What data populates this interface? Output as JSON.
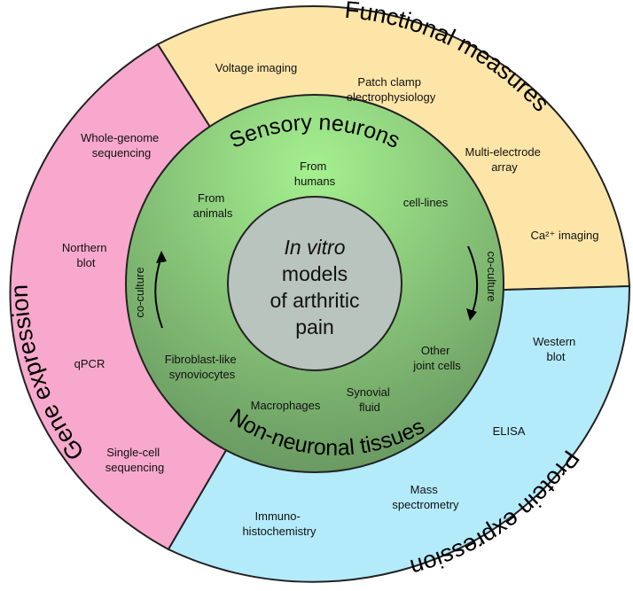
{
  "colors": {
    "gene_expression": "#f7a8cc",
    "functional_measures": "#fde5a8",
    "protein_expression": "#b3ebfb",
    "middle_top": "#a5f08f",
    "middle_bottom": "#6a9a62",
    "center": "#b8c4bd",
    "stroke": "#222222"
  },
  "center": {
    "line1": "In vitro",
    "line2": "models",
    "line3": "of arthritic",
    "line4": "pain"
  },
  "middle": {
    "top_title": "Sensory neurons",
    "bottom_title": "Non-neuronal tissues",
    "coculture_left": "co-culture",
    "coculture_right": "co-culture",
    "from_humans": [
      "From",
      "humans"
    ],
    "from_animals": [
      "From",
      "animals"
    ],
    "cell_lines": "cell-lines",
    "other_joint": [
      "Other",
      "joint cells"
    ],
    "fibroblast": [
      "Fibroblast-like",
      "synoviocytes"
    ],
    "macrophages": "Macrophages",
    "synovial_fluid": [
      "Synovial",
      "fluid"
    ]
  },
  "outer": {
    "gene_expression": {
      "title": "Gene expression",
      "whole_genome": [
        "Whole-genome",
        "sequencing"
      ],
      "northern": [
        "Northern",
        "blot"
      ],
      "qpcr": "qPCR",
      "single_cell": [
        "Single-cell",
        "sequencing"
      ]
    },
    "functional_measures": {
      "title": "Functional measures",
      "voltage": "Voltage imaging",
      "patch_clamp": [
        "Patch clamp",
        "electrophysiology"
      ],
      "multi_electrode": [
        "Multi-electrode",
        "array"
      ],
      "ca_imaging": "Ca²⁺ imaging"
    },
    "protein_expression": {
      "title": "Protein expression",
      "western": [
        "Western",
        "blot"
      ],
      "elisa": "ELISA",
      "mass_spec": [
        "Mass",
        "spectrometry"
      ],
      "immuno": [
        "Immuno-",
        "histochemistry"
      ]
    }
  }
}
